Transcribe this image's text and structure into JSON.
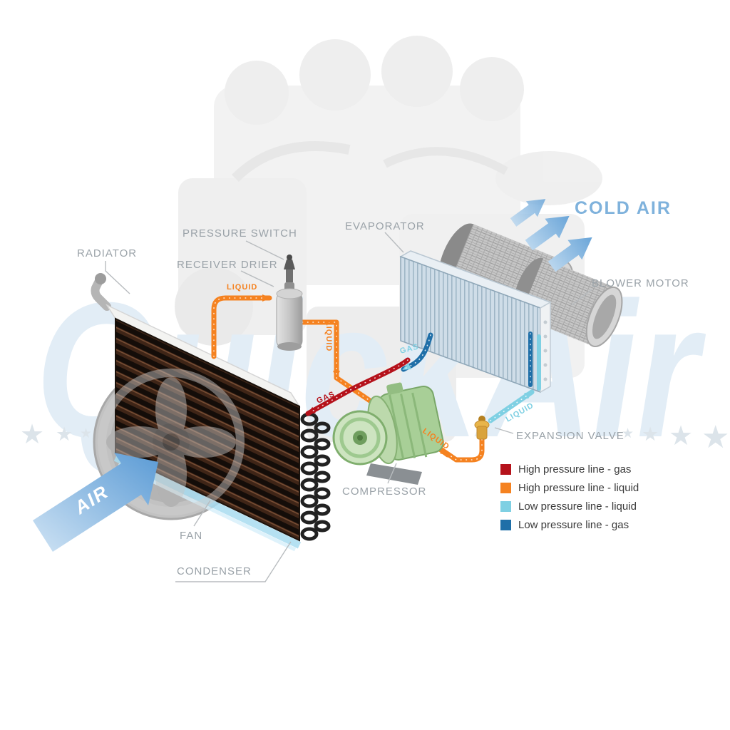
{
  "watermark": {
    "brand": "QuickAir",
    "star": "★"
  },
  "cold_air": {
    "label": "COLD AIR"
  },
  "air_arrow": {
    "label": "AIR"
  },
  "component_labels": {
    "radiator": "RADIATOR",
    "pressure_switch": "PRESSURE SWITCH",
    "receiver_drier": "RECEIVER DRIER",
    "evaporator": "EVAPORATOR",
    "blower_motor": "BLOWER MOTOR",
    "expansion_valve": "EXPANSION VALVE",
    "compressor": "COMPRESSOR",
    "fan": "FAN",
    "condenser": "CONDENSER"
  },
  "flow_labels": {
    "liquid_condenser_to_drier": "LIQUID",
    "liquid_drier_down": "LIQUID",
    "liquid_to_expansion_valve": "LIQUID",
    "liquid_to_evaporator": "LIQUID",
    "gas_to_condenser": "GAS",
    "gas_to_compressor": "GAS"
  },
  "legend": {
    "items": [
      {
        "color": "#b5121b",
        "label": "High pressure line - gas"
      },
      {
        "color": "#f58220",
        "label": "High pressure line - liquid"
      },
      {
        "color": "#7fd0e3",
        "label": "Low pressure line - liquid"
      },
      {
        "color": "#1f6fa8",
        "label": "Low pressure line - gas"
      }
    ]
  },
  "colors": {
    "high_pressure_gas": "#b5121b",
    "high_pressure_liquid": "#f58220",
    "low_pressure_liquid": "#7fd0e3",
    "low_pressure_gas": "#1f6fa8",
    "watermark_blue": "#e2edf6",
    "cold_air_blue": "#7fb2dc"
  }
}
